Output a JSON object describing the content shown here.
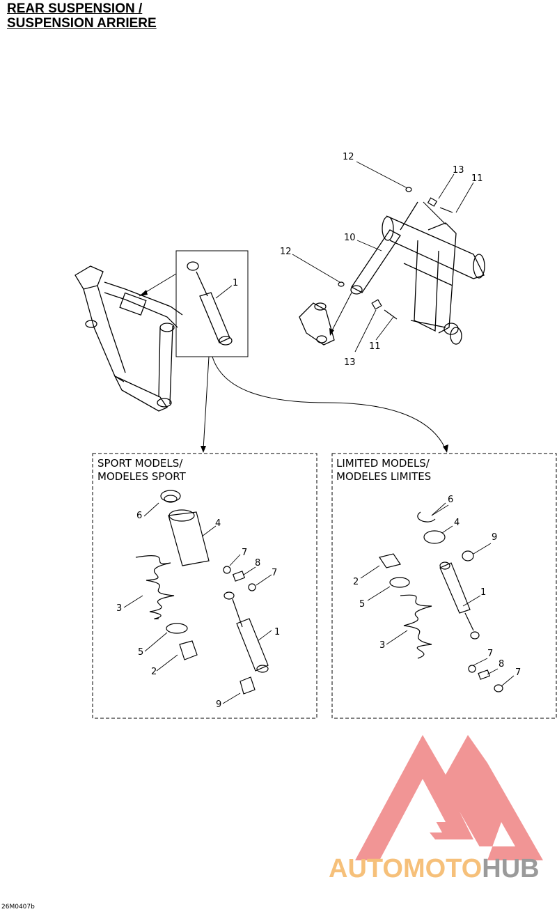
{
  "title": {
    "line1": "REAR SUSPENSION /",
    "line2": "SUSPENSION ARRIERE"
  },
  "panels": {
    "sport": {
      "line1": "SPORT MODELS/",
      "line2": "MODELES SPORT"
    },
    "limited": {
      "line1": "LIMITED MODELS/",
      "line2": "MODELES LIMITES"
    }
  },
  "callouts": {
    "top": [
      "12",
      "13",
      "11",
      "10",
      "12",
      "1",
      "13",
      "11"
    ],
    "sport": [
      "6",
      "4",
      "7",
      "8",
      "7",
      "3",
      "1",
      "5",
      "2",
      "9"
    ],
    "limited": [
      "6",
      "4",
      "9",
      "2",
      "1",
      "5",
      "3",
      "7",
      "8",
      "7"
    ]
  },
  "reference": "26M0407b",
  "watermark": {
    "part1": "AUTO",
    "part2": "MOTO",
    "part3": "HUB",
    "color_primary": "#f08a8a",
    "color_secondary": "#f6c07a",
    "color_tertiary": "#9a9a9a"
  }
}
